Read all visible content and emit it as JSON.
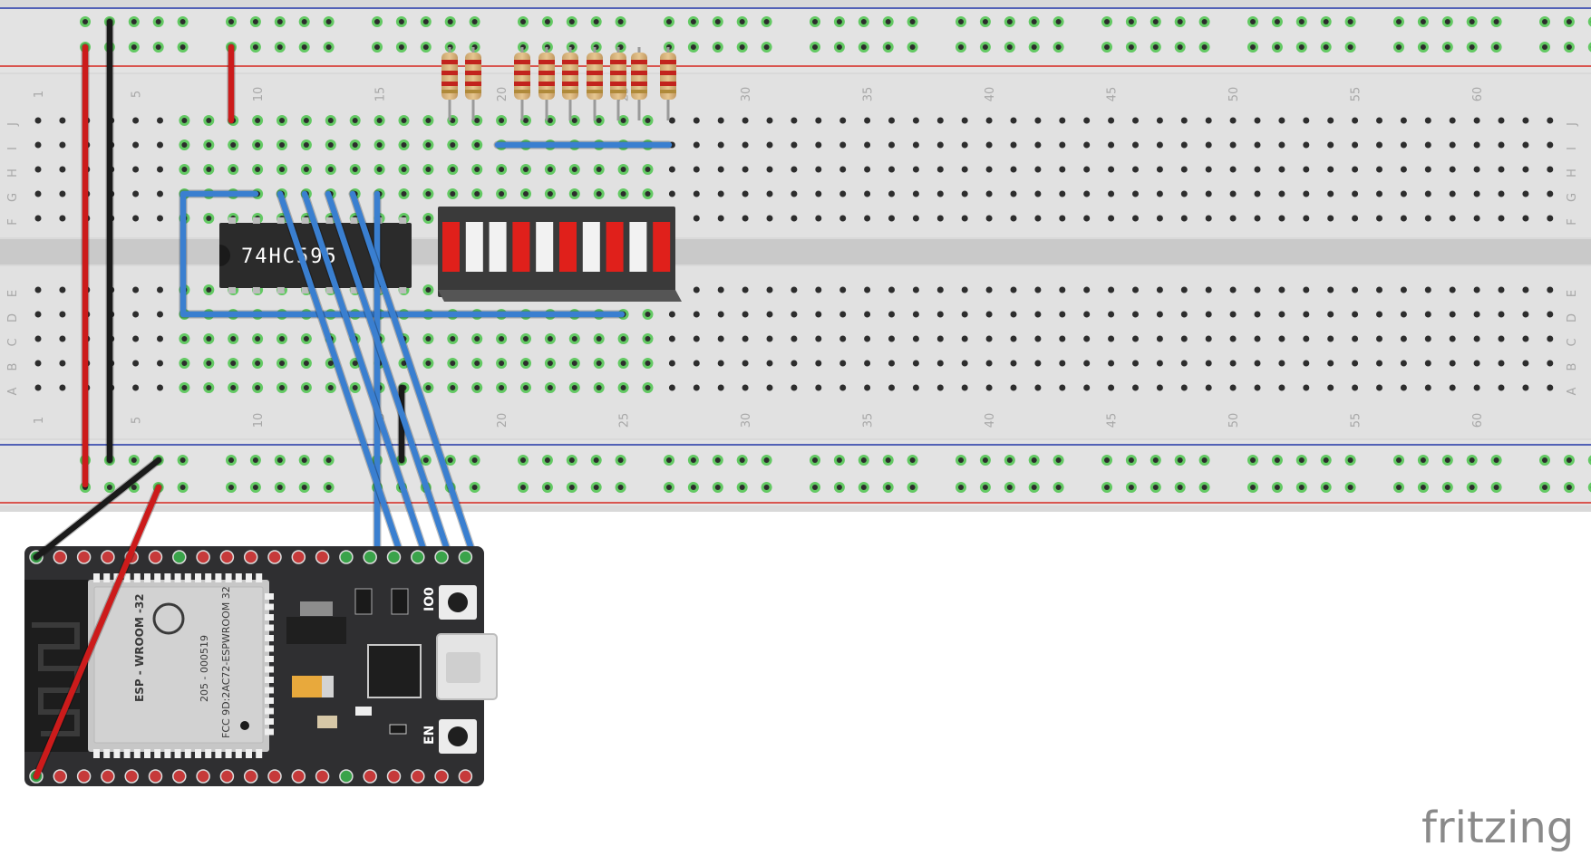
{
  "breadboard": {
    "row_labels": [
      "J",
      "I",
      "H",
      "G",
      "F",
      "E",
      "D",
      "C",
      "B",
      "A"
    ],
    "column_labels": [
      "1",
      "5",
      "10",
      "15",
      "20",
      "25",
      "30",
      "35",
      "40",
      "45",
      "50",
      "55",
      "60"
    ]
  },
  "shift_register": {
    "label": "74HC595"
  },
  "led_bargraph": {
    "segment_colors": [
      "#e0201b",
      "#f2f2f2",
      "#f2f2f2",
      "#e0201b",
      "#f2f2f2",
      "#e0201b",
      "#f2f2f2",
      "#e0201b",
      "#f2f2f2",
      "#e0201b"
    ]
  },
  "esp32": {
    "module_lines": [
      "ESP - WROOM -32",
      "205 - 000519",
      "FCC 9D:2AC72-ESPWROOM 32"
    ],
    "button_labels": [
      "IO0",
      "EN"
    ]
  },
  "colors": {
    "wire_red": "#cc1b1b",
    "wire_black": "#1a1a1a",
    "wire_blue": "#3a7fd0",
    "rail_red": "#d6261e",
    "rail_blue": "#2236a8",
    "connected_hole": "#4cc44c"
  },
  "brand": "fritzing"
}
